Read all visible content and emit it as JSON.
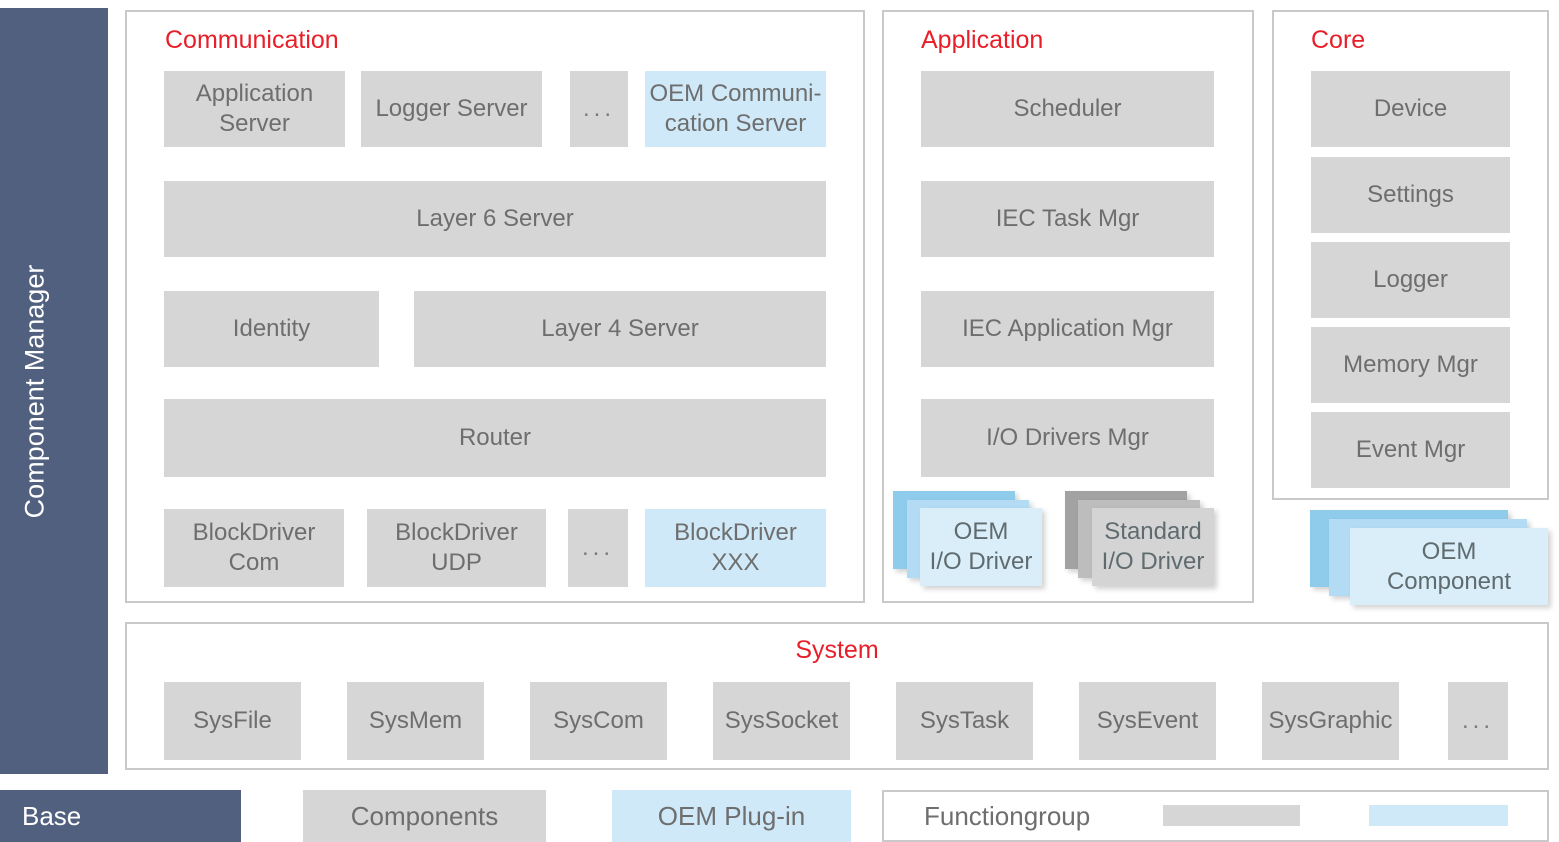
{
  "colors": {
    "accent_red": "#e81e29",
    "base_blue": "#51607f",
    "component_gray": "#d6d6d6",
    "oem_plugin_blue": "#cfe9f8",
    "label_gray": "#6e6e6e"
  },
  "sidebar": {
    "label": "Component Manager"
  },
  "panels": {
    "communication": {
      "title": "Communication",
      "boxes": {
        "application_server": "Application\nServer",
        "logger_server": "Logger Server",
        "dots_top": "...",
        "oem_communication_server": "OEM Communi-\ncation Server",
        "layer6_server": "Layer 6 Server",
        "identity": "Identity",
        "layer4_server": "Layer 4 Server",
        "router": "Router",
        "blockdriver_com": "BlockDriver\nCom",
        "blockdriver_udp": "BlockDriver\nUDP",
        "dots_bottom": "...",
        "blockdriver_xxx": "BlockDriver\nXXX"
      }
    },
    "application": {
      "title": "Application",
      "boxes": {
        "scheduler": "Scheduler",
        "iec_task_mgr": "IEC Task Mgr",
        "iec_application_mgr": "IEC Application Mgr",
        "io_drivers_mgr": "I/O Drivers Mgr",
        "oem_io_driver": "OEM\nI/O Driver",
        "standard_io_driver": "Standard\nI/O Driver"
      }
    },
    "core": {
      "title": "Core",
      "boxes": {
        "device": "Device",
        "settings": "Settings",
        "logger": "Logger",
        "memory_mgr": "Memory Mgr",
        "event_mgr": "Event Mgr",
        "oem_component": "OEM\nComponent"
      }
    },
    "system": {
      "title": "System",
      "items": [
        "SysFile",
        "SysMem",
        "SysCom",
        "SysSocket",
        "SysTask",
        "SysEvent",
        "SysGraphic",
        "..."
      ]
    }
  },
  "legend": {
    "base": "Base",
    "components": "Components",
    "oem_plugin": "OEM Plug-in",
    "functiongroup": "Functiongroup"
  }
}
